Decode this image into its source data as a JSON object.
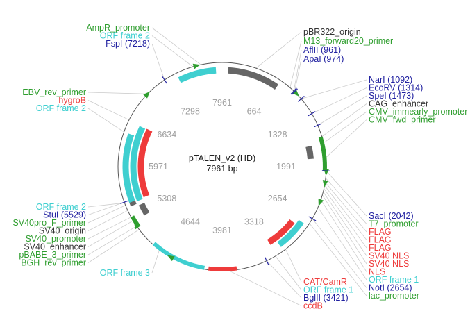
{
  "plasmid": {
    "name": "pTALEN_v2 (HD)",
    "length_label": "7961 bp",
    "length_bp": 7961
  },
  "colors": {
    "backbone": "#555555",
    "orf": "#3fcfd0",
    "resistance": "#ee3b3b",
    "promoter": "#2f9e2f",
    "feature_gray": "#666666",
    "enzyme": "#2020a0",
    "ruler": "#a0a0a0",
    "leader": "#cccccc"
  },
  "ruler_ticks": [
    {
      "label": "7961",
      "bp": 0
    },
    {
      "label": "664",
      "bp": 664
    },
    {
      "label": "1328",
      "bp": 1328
    },
    {
      "label": "1991",
      "bp": 1991
    },
    {
      "label": "2654",
      "bp": 2654
    },
    {
      "label": "3318",
      "bp": 3318
    },
    {
      "label": "3981",
      "bp": 3981
    },
    {
      "label": "4644",
      "bp": 4644
    },
    {
      "label": "5308",
      "bp": 5308
    },
    {
      "label": "5971",
      "bp": 5971
    },
    {
      "label": "6634",
      "bp": 6634
    },
    {
      "label": "7298",
      "bp": 7298
    }
  ],
  "features": [
    {
      "name": "pBR322_origin",
      "type": "gray",
      "start": 80,
      "end": 760,
      "ring": 1
    },
    {
      "name": "ORF frame 2 (top)",
      "type": "orf",
      "start": 7380,
      "end": 7880,
      "ring": 1
    },
    {
      "name": "ORF frame 1 (right)",
      "type": "promoter",
      "start": 1620,
      "end": 2050,
      "ring": 0
    },
    {
      "name": "CMV_immearly_promoter",
      "type": "gray",
      "start": 1700,
      "end": 1880,
      "ring": 2
    },
    {
      "name": "ORF frame 1 (lower right)",
      "type": "orf",
      "start": 2760,
      "end": 3180,
      "ring": 1
    },
    {
      "name": "CAT/CamR",
      "type": "resistance",
      "start": 2830,
      "end": 3280,
      "ring": 2
    },
    {
      "name": "ccdB",
      "type": "resistance",
      "start": 3800,
      "end": 4150,
      "ring": 0
    },
    {
      "name": "ORF frame 3",
      "type": "orf",
      "start": 4200,
      "end": 4900,
      "ring": 0
    },
    {
      "name": "SV40_promoter",
      "type": "promoter",
      "start": 5180,
      "end": 5330,
      "ring": 0
    },
    {
      "name": "SV40_origin",
      "type": "gray",
      "start": 5260,
      "end": 5420,
      "ring": 2
    },
    {
      "name": "SV40pro_F_primer",
      "type": "gray",
      "start": 5450,
      "end": 5520,
      "ring": 1
    },
    {
      "name": "ORF frame 2 (left)",
      "type": "orf",
      "start": 5500,
      "end": 6400,
      "ring": 1
    },
    {
      "name": "hygroB",
      "type": "resistance",
      "start": 5500,
      "end": 6560,
      "ring": 3
    },
    {
      "name": "ORF frame 2 (left inner)",
      "type": "orf",
      "start": 5480,
      "end": 6550,
      "ring": 2
    }
  ],
  "labels_right": [
    {
      "text": "pBR322_origin",
      "color": "#333333"
    },
    {
      "text": "M13_forward20_primer",
      "color": "#2f9e2f"
    },
    {
      "text": "AflII (961)",
      "color": "#2020a0"
    },
    {
      "text": "ApaI (974)",
      "color": "#2020a0"
    },
    {
      "text": "NarI (1092)",
      "color": "#2020a0"
    },
    {
      "text": "EcoRV (1314)",
      "color": "#2020a0"
    },
    {
      "text": "SpeI (1473)",
      "color": "#2020a0"
    },
    {
      "text": "CAG_enhancer",
      "color": "#333333"
    },
    {
      "text": "CMV_immearly_promoter",
      "color": "#2f9e2f"
    },
    {
      "text": "CMV_fwd_primer",
      "color": "#2f9e2f"
    },
    {
      "text": "SacI (2042)",
      "color": "#2020a0"
    },
    {
      "text": "T7_promoter",
      "color": "#2f9e2f"
    },
    {
      "text": "FLAG",
      "color": "#ee3b3b"
    },
    {
      "text": "FLAG",
      "color": "#ee3b3b"
    },
    {
      "text": "FLAG",
      "color": "#ee3b3b"
    },
    {
      "text": "SV40 NLS",
      "color": "#ee3b3b"
    },
    {
      "text": "SV40 NLS",
      "color": "#ee3b3b"
    },
    {
      "text": "NLS",
      "color": "#ee3b3b"
    },
    {
      "text": "ORF frame 1",
      "color": "#3fcfd0"
    },
    {
      "text": "NotI (2654)",
      "color": "#2020a0"
    },
    {
      "text": "lac_promoter",
      "color": "#2f9e2f"
    }
  ],
  "labels_left": [
    {
      "text": "AmpR_promoter",
      "color": "#2f9e2f"
    },
    {
      "text": "ORF frame 2",
      "color": "#3fcfd0"
    },
    {
      "text": "FspI (7218)",
      "color": "#2020a0"
    },
    {
      "text": "EBV_rev_primer",
      "color": "#2f9e2f"
    },
    {
      "text": "hygroB",
      "color": "#ee3b3b"
    },
    {
      "text": "ORF frame 2",
      "color": "#3fcfd0"
    },
    {
      "text": "ORF frame 2",
      "color": "#3fcfd0"
    },
    {
      "text": "StuI (5529)",
      "color": "#2020a0"
    },
    {
      "text": "SV40pro_F_primer",
      "color": "#2f9e2f"
    },
    {
      "text": "SV40_origin",
      "color": "#333333"
    },
    {
      "text": "SV40_promoter",
      "color": "#2f9e2f"
    },
    {
      "text": "SV40_enhancer",
      "color": "#333333"
    },
    {
      "text": "pBABE_3_primer",
      "color": "#2f9e2f"
    },
    {
      "text": "BGH_rev_primer",
      "color": "#2f9e2f"
    },
    {
      "text": "ORF frame 3",
      "color": "#3fcfd0"
    }
  ],
  "labels_bottom": [
    {
      "text": "CAT/CamR",
      "color": "#ee3b3b"
    },
    {
      "text": "ORF frame 1",
      "color": "#3fcfd0"
    },
    {
      "text": "BglII (3421)",
      "color": "#2020a0"
    },
    {
      "text": "ccdB",
      "color": "#ee3b3b"
    }
  ],
  "enzyme_sites_bp": [
    961,
    974,
    1092,
    1314,
    1473,
    2042,
    2654,
    3421,
    5529,
    7218
  ]
}
